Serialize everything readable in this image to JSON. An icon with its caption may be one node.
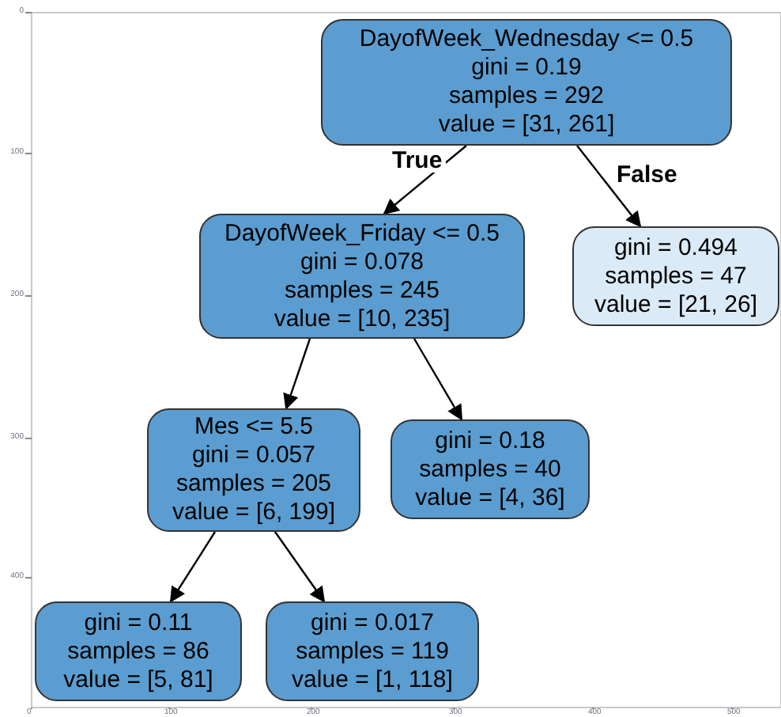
{
  "diagram": {
    "nodes": [
      {
        "text": [
          "DayofWeek_Wednesday <= 0.5",
          "gini = 0.19",
          "samples = 292",
          "value = [31, 261]"
        ]
      },
      {
        "text": [
          "DayofWeek_Friday <= 0.5",
          "gini = 0.078",
          "samples = 245",
          "value = [10, 235]"
        ]
      },
      {
        "text": [
          "gini = 0.494",
          "samples = 47",
          "value = [21, 26]"
        ]
      },
      {
        "text": [
          "Mes <= 5.5",
          "gini = 0.057",
          "samples = 205",
          "value = [6, 199]"
        ]
      },
      {
        "text": [
          "gini = 0.18",
          "samples = 40",
          "value = [4, 36]"
        ]
      },
      {
        "text": [
          "gini = 0.11",
          "samples = 86",
          "value = [5, 81]"
        ]
      },
      {
        "text": [
          "gini = 0.017",
          "samples = 119",
          "value = [1, 118]"
        ]
      }
    ],
    "edges": [
      {
        "from": 0,
        "to": 1,
        "arrow": "to",
        "label": "True"
      },
      {
        "from": 0,
        "to": 2,
        "arrow": "to",
        "label": "False"
      },
      {
        "from": 1,
        "to": 3,
        "arrow": "to"
      },
      {
        "from": 1,
        "to": 4,
        "arrow": "to"
      },
      {
        "from": 3,
        "to": 5,
        "arrow": "to"
      },
      {
        "from": 3,
        "to": 6,
        "arrow": "to"
      }
    ],
    "labels": [
      "0",
      "100",
      "200",
      "300",
      "400",
      "0",
      "100",
      "200",
      "300",
      "400",
      "500"
    ]
  }
}
